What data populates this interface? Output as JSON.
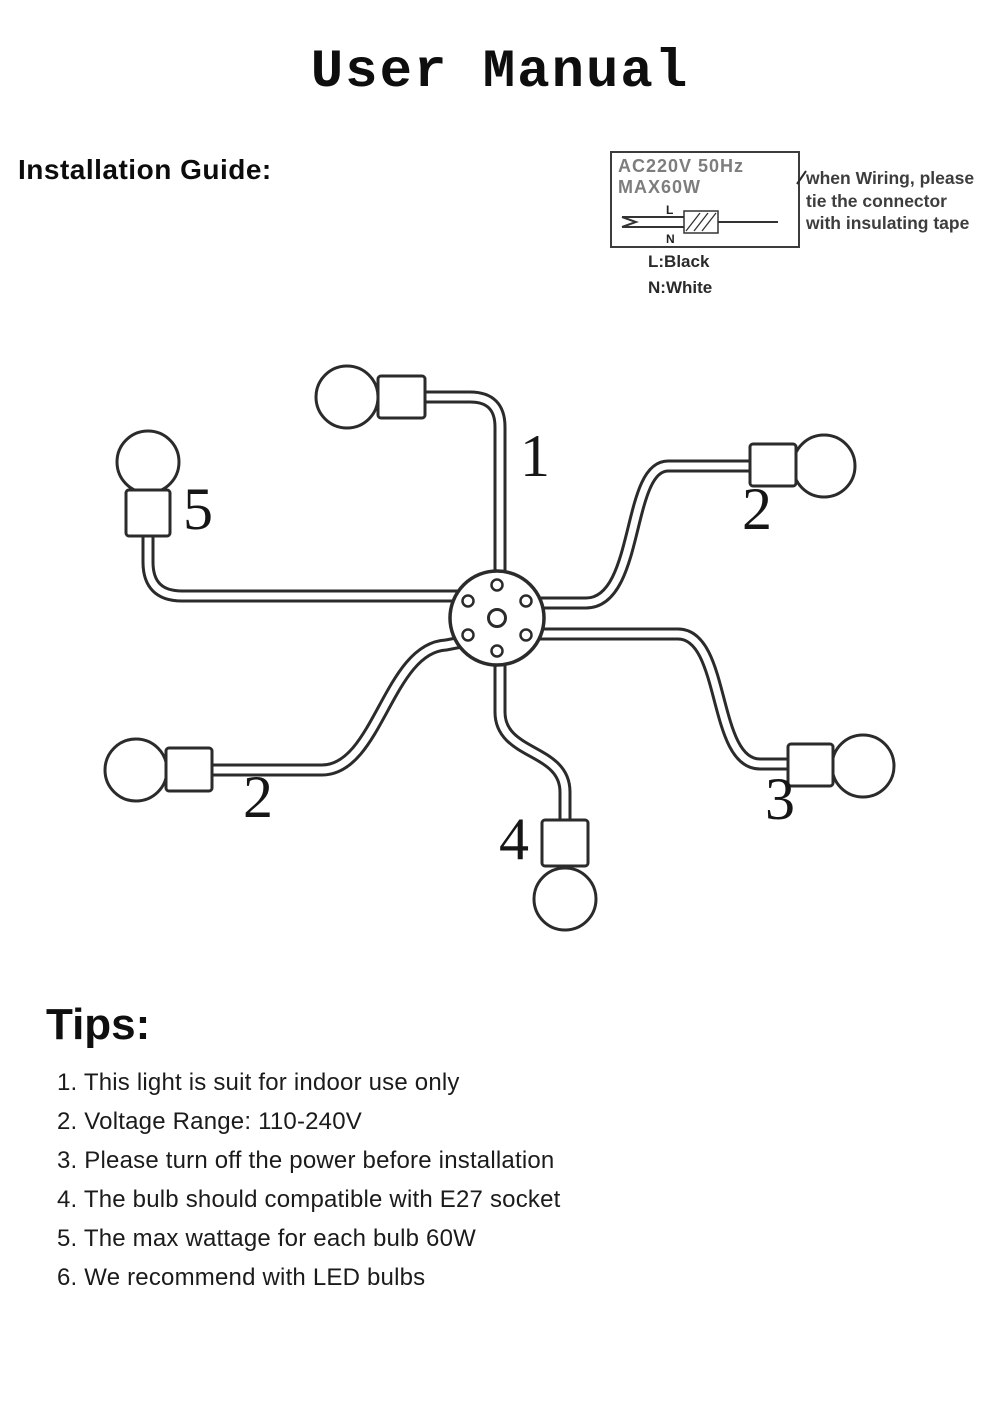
{
  "page": {
    "title": "User Manual"
  },
  "installation": {
    "heading": "Installation Guide:",
    "spec_box": {
      "rating_line1": "AC220V 50Hz",
      "rating_line2": "MAX60W",
      "wire_l": "L",
      "wire_n": "N"
    },
    "legend": {
      "l": "L:Black",
      "n": "N:White"
    },
    "warning_lines": [
      "when Wiring, please",
      "tie the connector",
      "with insulating tape"
    ]
  },
  "diagram": {
    "arm_labels": [
      "1",
      "2",
      "5",
      "2",
      "4",
      "3"
    ]
  },
  "tips": {
    "heading": "Tips:",
    "items": [
      "1. This light is suit for indoor use only",
      "2. Voltage Range: 110-240V",
      "3. Please turn off the power before installation",
      "4. The bulb should compatible with E27 socket",
      "5. The max wattage for each bulb 60W",
      "6. We recommend with LED bulbs"
    ]
  }
}
